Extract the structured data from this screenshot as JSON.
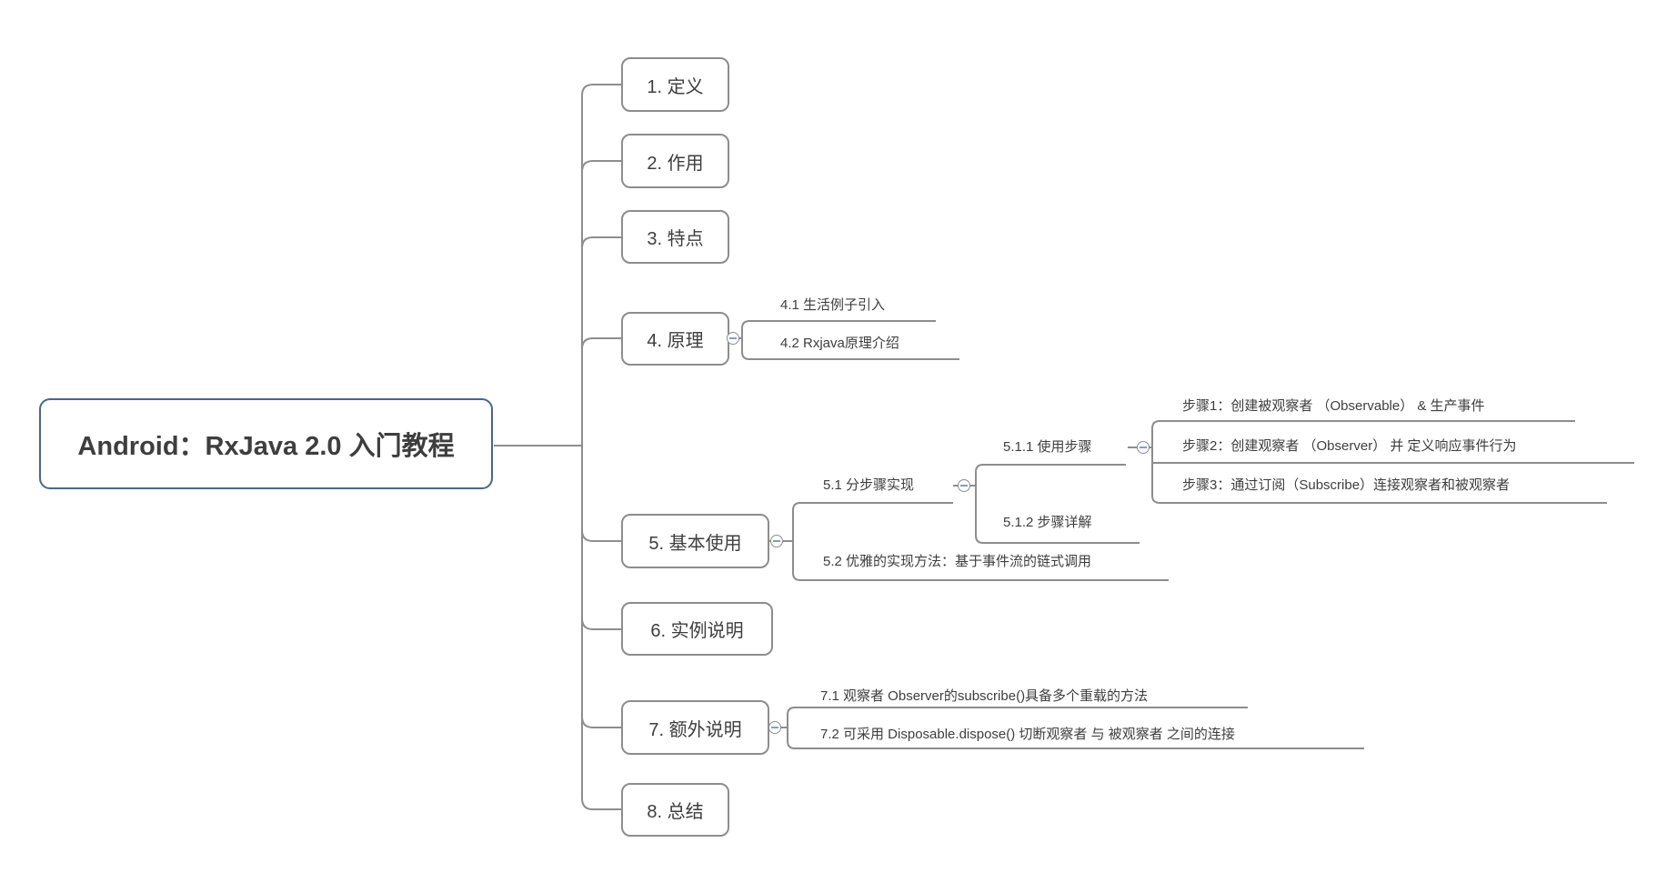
{
  "title": "Android：RxJava 2.0 入门教程",
  "colors": {
    "root_border": "#4a6492",
    "line": "#8d8d8d",
    "text": "#3e3e3e",
    "minus": "#8a9ac7"
  },
  "root": {
    "label": "Android：RxJava 2.0 入门教程"
  },
  "branches": [
    {
      "label": "1. 定义"
    },
    {
      "label": "2. 作用"
    },
    {
      "label": "3. 特点"
    },
    {
      "label": "4. 原理",
      "children": [
        {
          "label": "4.1 生活例子引入"
        },
        {
          "label": "4.2 Rxjava原理介绍"
        }
      ]
    },
    {
      "label": "5. 基本使用",
      "children": [
        {
          "label": "5.1 分步骤实现",
          "children": [
            {
              "label": "5.1.1 使用步骤",
              "children": [
                {
                  "label": "步骤1：创建被观察者 （Observable） & 生产事件"
                },
                {
                  "label": "步骤2：创建观察者 （Observer） 并 定义响应事件行为"
                },
                {
                  "label": "步骤3：通过订阅（Subscribe）连接观察者和被观察者"
                }
              ]
            },
            {
              "label": "5.1.2 步骤详解"
            }
          ]
        },
        {
          "label": "5.2 优雅的实现方法：基于事件流的链式调用"
        }
      ]
    },
    {
      "label": "6. 实例说明"
    },
    {
      "label": "7. 额外说明",
      "children": [
        {
          "label": "7.1 观察者 Observer的subscribe()具备多个重载的方法"
        },
        {
          "label": "7.2 可采用 Disposable.dispose() 切断观察者 与 被观察者 之间的连接"
        }
      ]
    },
    {
      "label": "8. 总结"
    }
  ],
  "icons": {
    "collapse": "minus-circle"
  }
}
